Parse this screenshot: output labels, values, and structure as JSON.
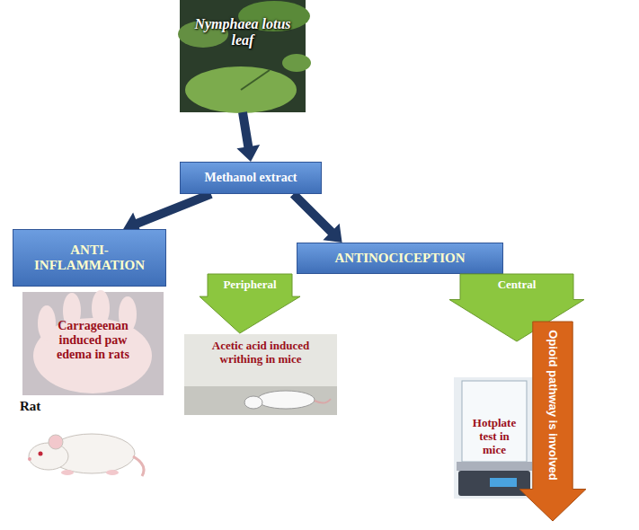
{
  "diagram": {
    "nodes": [
      {
        "text": [
          "Nymphaea lotus leaf"
        ]
      },
      {
        "text": [
          "Methanol extract"
        ]
      },
      {
        "text": [
          "ANTI- INFLAMMATION"
        ]
      },
      {
        "text": [
          "ANTINOCICEPTION"
        ]
      },
      {
        "text": [
          "Peripheral"
        ]
      },
      {
        "text": [
          "Central"
        ]
      },
      {
        "text": [
          "Carrageenan induced paw edema in rats"
        ]
      },
      {
        "text": [
          "Acetic acid induced writhing in mice"
        ]
      },
      {
        "text": [
          "Hotplate test in mice"
        ]
      },
      {
        "text": [
          "Opioid pathway is involved"
        ]
      }
    ],
    "edges": [
      {
        "from": 0,
        "to": 1,
        "arrow": "to"
      },
      {
        "from": 1,
        "to": 2,
        "arrow": "to"
      },
      {
        "from": 1,
        "to": 3,
        "arrow": "to"
      }
    ],
    "labels": [
      "Rat"
    ]
  }
}
